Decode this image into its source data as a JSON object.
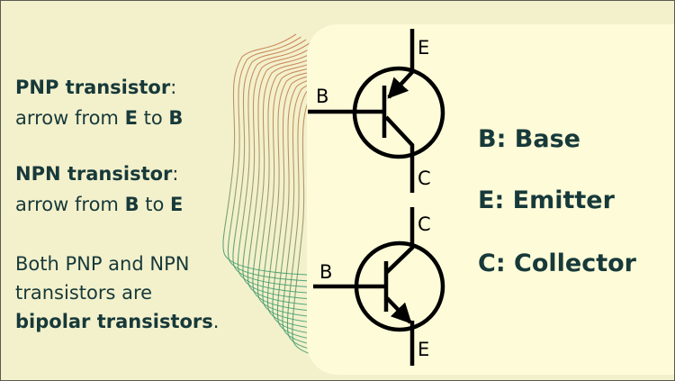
{
  "left_text": {
    "pnp_title": "PNP transistor",
    "pnp_colon": ":",
    "pnp_line": [
      "arrow from ",
      "E",
      " to ",
      "B"
    ],
    "npn_title": "NPN transistor",
    "npn_colon": ":",
    "npn_line": [
      "arrow from ",
      "B",
      " to ",
      "E"
    ],
    "both_line1": "Both PNP and NPN",
    "both_line2": "transistors are",
    "both_line3": "bipolar transistors",
    "both_period": "."
  },
  "symbols": {
    "pnp": {
      "emitter": "E",
      "base": "B",
      "collector": "C"
    },
    "npn": {
      "emitter": "E",
      "base": "B",
      "collector": "C"
    }
  },
  "legend": [
    {
      "letter": "B",
      "sep": ": ",
      "name": "Base"
    },
    {
      "letter": "E",
      "sep": ": ",
      "name": "Emitter"
    },
    {
      "letter": "C",
      "sep": ": ",
      "name": "Collector"
    }
  ],
  "colors": {
    "text": "#17393a",
    "wave_top": "#c9784a",
    "wave_bottom": "#2f9a6a",
    "panel": "#fdfbd8",
    "background": "#f3f1cc"
  }
}
